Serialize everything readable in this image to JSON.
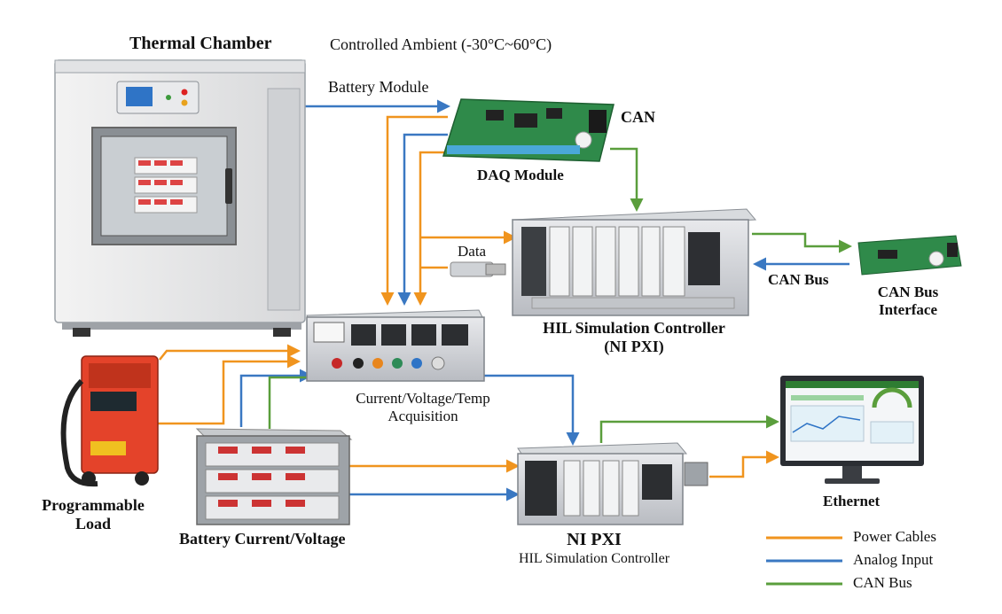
{
  "title": {
    "main": "Thermal Chamber",
    "sub": "Controlled Ambient (-30°C~60°C)"
  },
  "labels": {
    "battery_module": "Battery Module",
    "can": "CAN",
    "daq_module": "DAQ Module",
    "data": "Data",
    "can_bus": "CAN Bus",
    "can_bus_interface_1": "CAN Bus",
    "can_bus_interface_2": "Interface",
    "hil_controller_1": "HIL Simulation Controller",
    "hil_controller_2": "(NI PXI)",
    "acquisition_1": "Current/Voltage/Temp",
    "acquisition_2": "Acquisition",
    "programmable_load_1": "Programmable",
    "programmable_load_2": "Load",
    "battery_current_voltage": "Battery Current/Voltage",
    "ni_pxi": "NI PXI",
    "ni_pxi_sub": "HIL Simulation Controller",
    "ethernet": "Ethernet"
  },
  "legend": [
    {
      "label": "Power Cables",
      "color": "#f0941e"
    },
    {
      "label": "Analog Input",
      "color": "#3a78c2"
    },
    {
      "label": "CAN Bus",
      "color": "#5a9e3c"
    }
  ],
  "colors": {
    "power": "#f0941e",
    "analog": "#3a78c2",
    "can": "#5a9e3c"
  }
}
